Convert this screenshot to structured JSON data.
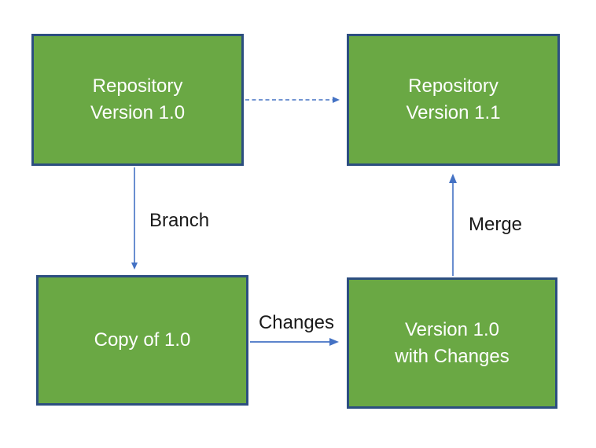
{
  "diagram": {
    "description": "Version control branching and merging workflow diagram",
    "colors": {
      "background": "#ffffff",
      "node_fill": "#6aa844",
      "node_border": "#2c4e80",
      "node_text": "#ffffff",
      "arrow": "#4472c4",
      "arrow_merge_line": "#6b8fd0",
      "edge_label_text": "#1a1a1a"
    },
    "nodes": [
      {
        "id": "repository-v1-0",
        "label": "Repository\nVersion 1.0"
      },
      {
        "id": "repository-v1-1",
        "label": "Repository\nVersion 1.1"
      },
      {
        "id": "copy-of-1-0",
        "label": "Copy of 1.0"
      },
      {
        "id": "version-1-0-with-changes",
        "label": "Version 1.0\nwith Changes"
      }
    ],
    "edges": [
      {
        "id": "upgrade",
        "from": "repository-v1-0",
        "to": "repository-v1-1",
        "style": "dashed",
        "label": ""
      },
      {
        "id": "branch",
        "from": "repository-v1-0",
        "to": "copy-of-1-0",
        "style": "solid",
        "label": "Branch"
      },
      {
        "id": "changes",
        "from": "copy-of-1-0",
        "to": "version-1-0-with-changes",
        "style": "solid",
        "label": "Changes"
      },
      {
        "id": "merge",
        "from": "version-1-0-with-changes",
        "to": "repository-v1-1",
        "style": "solid",
        "label": "Merge"
      }
    ]
  }
}
